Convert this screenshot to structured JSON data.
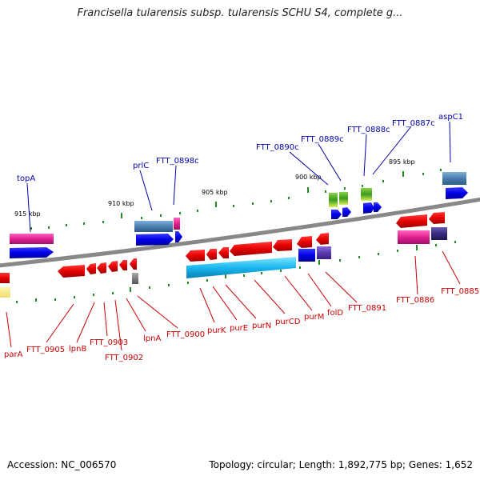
{
  "header": {
    "title": "Francisella tularensis subsp. tularensis SCHU S4, complete g..."
  },
  "footer": {
    "accession": "Accession: NC_006570",
    "topology": "Topology: circular; Length: 1,892,775 bp; Genes: 1,652"
  },
  "colors": {
    "top_strand": "#0000cc",
    "bottom_strand": "#cc0000",
    "backbone": "#888888",
    "ruler_tick": "#228822"
  },
  "scale_ticks": [
    "915 kbp",
    "910 kbp",
    "905 kbp",
    "900 kbp",
    "895 kbp"
  ],
  "gene_labels_top": [
    "topA",
    "prlC",
    "FTT_0898c",
    "FTT_0890c",
    "FTT_0889c",
    "FTT_0888c",
    "FTT_0887c",
    "aspC1"
  ],
  "gene_labels_bottom": [
    "parA",
    "FTT_0905",
    "lpnB",
    "FTT_0903",
    "FTT_0902",
    "lpnA",
    "FTT_0900",
    "purK",
    "purE",
    "purN",
    "purCD",
    "purM",
    "folD",
    "FTT_0891",
    "FTT_0886",
    "FTT_0885"
  ]
}
